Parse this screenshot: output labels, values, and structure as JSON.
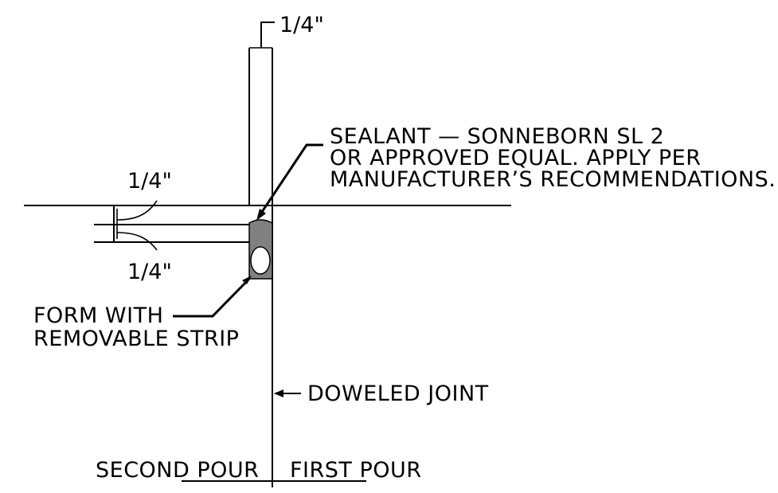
{
  "dimensions": {
    "top_width": "1/4\"",
    "upper_offset": "1/4\"",
    "lower_offset": "1/4\""
  },
  "labels": {
    "sealant": [
      "SEALANT — SONNEBORN SL 2",
      "OR APPROVED EQUAL. APPLY PER",
      "MANUFACTURER’S RECOMMENDATIONS."
    ],
    "form": [
      "FORM WITH",
      "REMOVABLE STRIP"
    ],
    "doweled_joint": "DOWELED JOINT",
    "second_pour": "SECOND POUR",
    "first_pour": "FIRST POUR"
  },
  "colors": {
    "line": "#000000",
    "sealant_fill": "#808080",
    "backer_rod": "#ffffff"
  }
}
